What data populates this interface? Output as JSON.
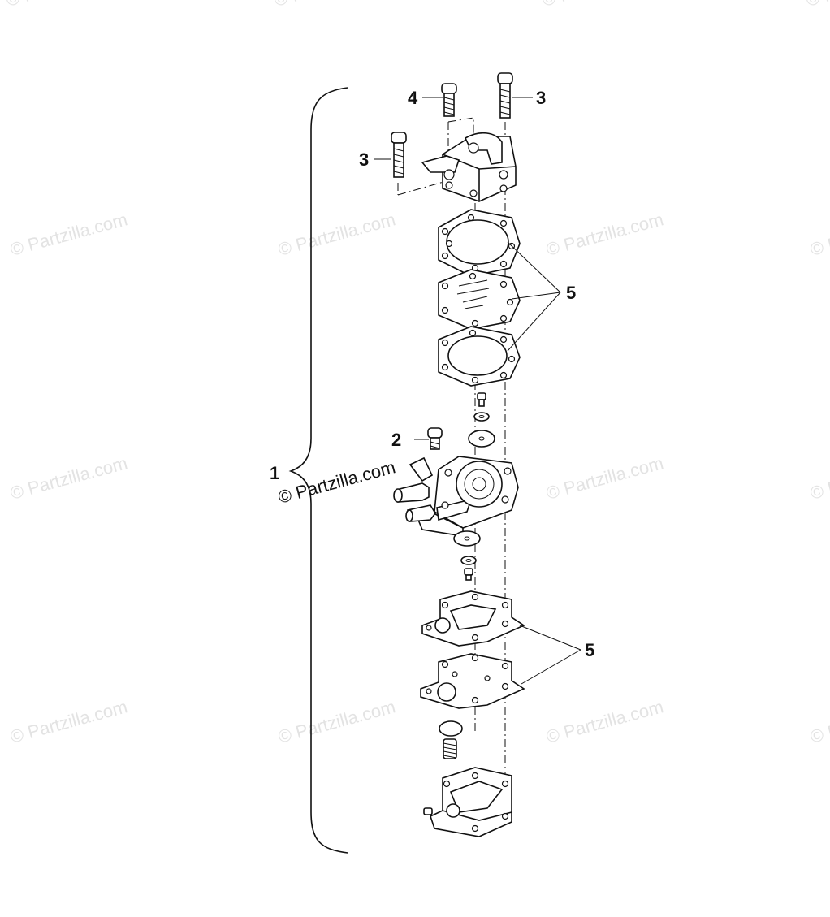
{
  "watermark": {
    "text": "© Partzilla.com",
    "center_text": "© Partzilla.com",
    "color": "#e3e3e3"
  },
  "callouts": {
    "c1": "1",
    "c2": "2",
    "c3a": "3",
    "c3b": "3",
    "c4": "4",
    "c5a": "5",
    "c5b": "5"
  }
}
